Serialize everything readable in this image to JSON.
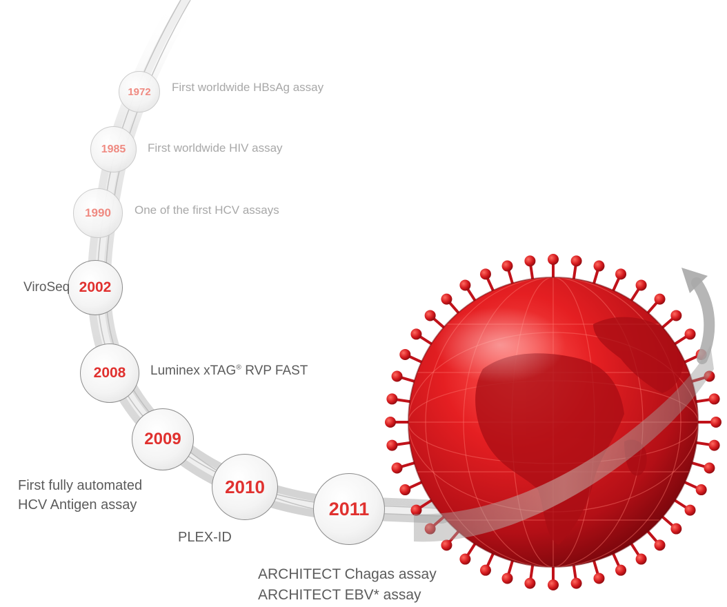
{
  "milestones": [
    {
      "year": "1972",
      "caption": "First worldwide HBsAg assay"
    },
    {
      "year": "1985",
      "caption": "First worldwide HIV assay"
    },
    {
      "year": "1990",
      "caption": "One of the first HCV assays"
    },
    {
      "year": "2002",
      "caption": "ViroSeq"
    },
    {
      "year": "2008",
      "caption": "Luminex xTAG® RVP FAST"
    },
    {
      "year": "2009",
      "caption_lines": [
        "First fully automated",
        "HCV Antigen assay"
      ]
    },
    {
      "year": "2010",
      "caption": "PLEX-ID"
    },
    {
      "year": "2011",
      "caption_lines": [
        "ARCHITECT Chagas assay",
        "ARCHITECT EBV* assay"
      ]
    }
  ],
  "colors": {
    "accent_red": "#e0312f",
    "faded_red": "#f0857c",
    "text_gray": "#5b5b5b",
    "faded_gray": "#a8a8a8",
    "globe_red": "#c8101a"
  },
  "icons": [
    "globe-virus-illustration",
    "curved-arrow-icon"
  ]
}
